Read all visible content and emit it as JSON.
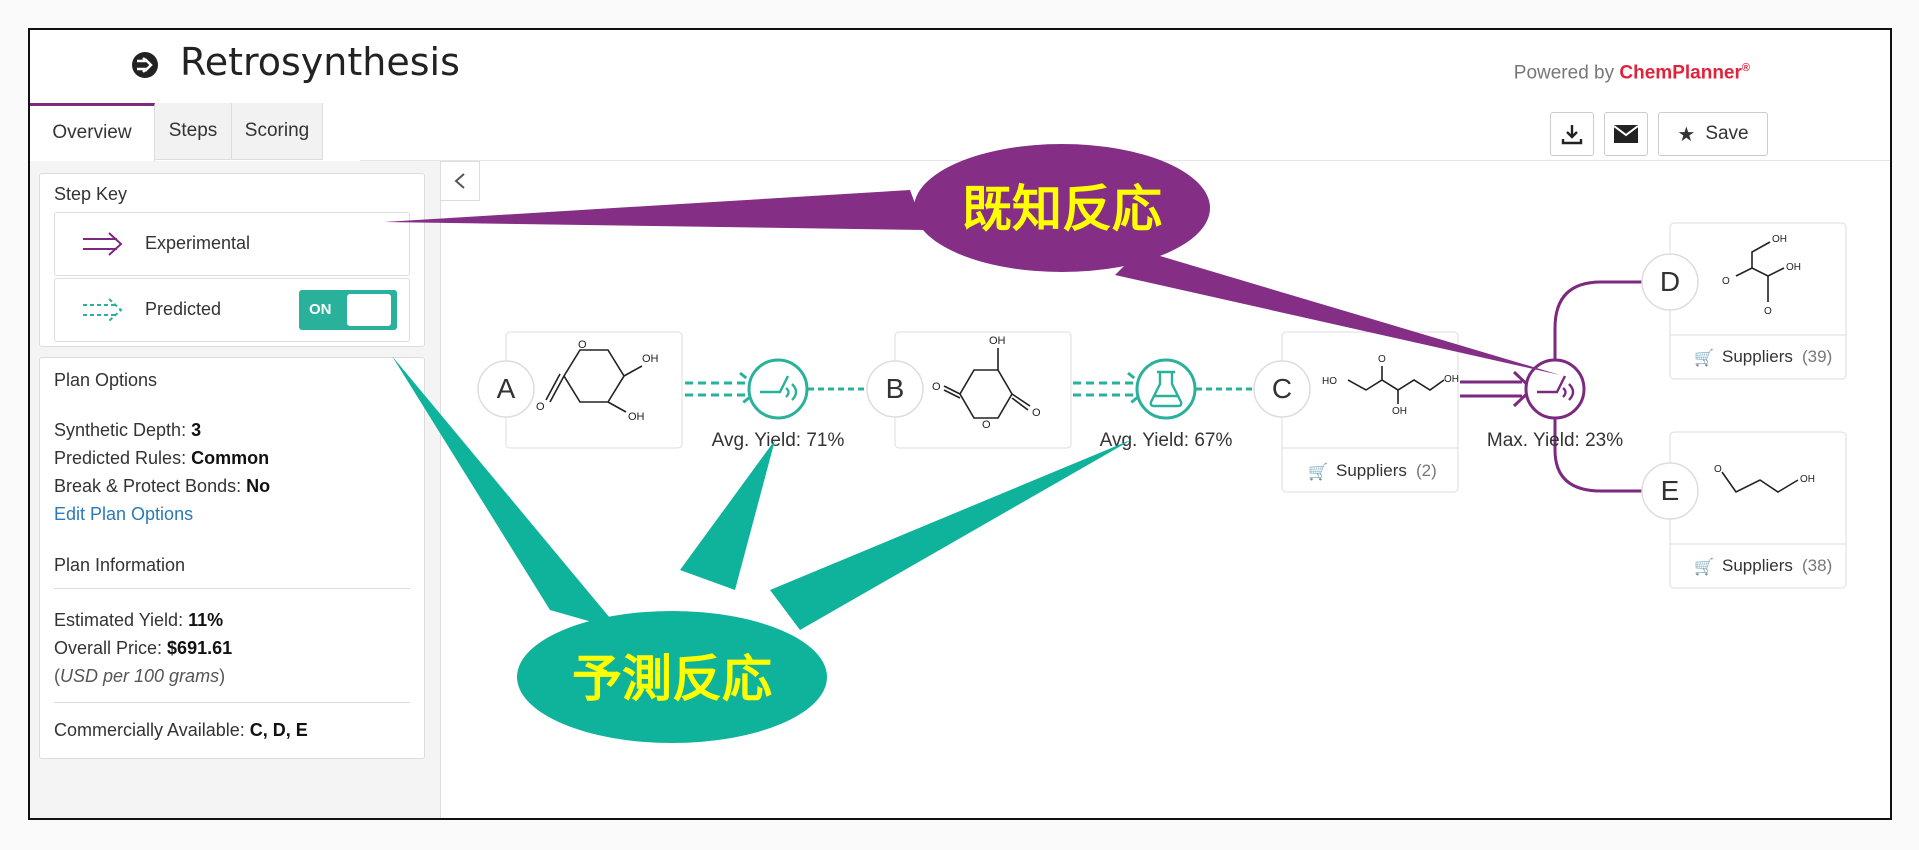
{
  "app": {
    "title": "Retrosynthesis",
    "powered_prefix": "Powered by",
    "powered_brand": "ChemPlanner",
    "powered_mark": "®"
  },
  "tabs": [
    {
      "label": "Overview",
      "active": true
    },
    {
      "label": "Steps",
      "active": false
    },
    {
      "label": "Scoring",
      "active": false
    }
  ],
  "toolbar": {
    "save_label": "Save"
  },
  "step_key": {
    "title": "Step Key",
    "experimental_label": "Experimental",
    "predicted_label": "Predicted",
    "toggle_label": "ON",
    "toggle_on": true
  },
  "plan_options": {
    "title": "Plan Options",
    "depth_label": "Synthetic Depth:",
    "depth_value": "3",
    "rules_label": "Predicted Rules:",
    "rules_value": "Common",
    "break_label": "Break & Protect Bonds:",
    "break_value": "No",
    "edit_link": "Edit Plan Options"
  },
  "plan_info": {
    "title": "Plan Information",
    "yield_label": "Estimated Yield:",
    "yield_value": "11%",
    "price_label": "Overall Price:",
    "price_value": "$691.61",
    "price_note": "USD per 100 grams",
    "commercial_label": "Commercially Available:",
    "commercial_value": "C, D, E"
  },
  "graph": {
    "nodes": [
      {
        "id": "A"
      },
      {
        "id": "B"
      },
      {
        "id": "C",
        "suppliers": "Suppliers",
        "supplier_count": "(2)"
      },
      {
        "id": "D",
        "suppliers": "Suppliers",
        "supplier_count": "(39)"
      },
      {
        "id": "E",
        "suppliers": "Suppliers",
        "supplier_count": "(38)"
      }
    ],
    "reactions": [
      {
        "type": "predicted",
        "label": "Avg. Yield: 71%"
      },
      {
        "type": "predicted",
        "label": "Avg. Yield: 67%"
      },
      {
        "type": "experimental",
        "label": "Max. Yield: 23%"
      }
    ],
    "atom_labels": {
      "oh": "OH",
      "ho": "HO",
      "o": "O"
    }
  },
  "callouts": {
    "known": "既知反応",
    "predicted": "予測反応"
  },
  "colors": {
    "experimental": "#7b2a7f",
    "predicted": "#2ab19b",
    "callout_known": "#842e85",
    "callout_predicted": "#0fb39b",
    "callout_text": "#ffff00",
    "link": "#2a7ab8",
    "brand": "#e0223a"
  }
}
